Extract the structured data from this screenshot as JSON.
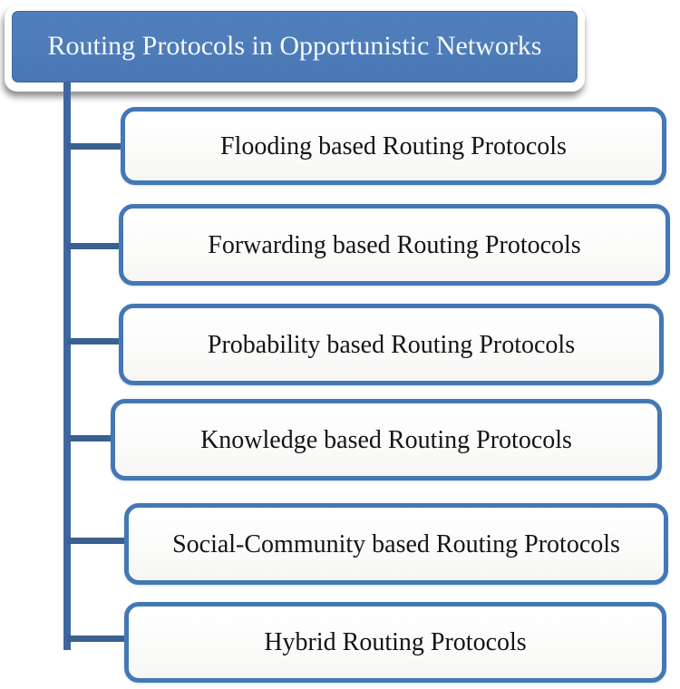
{
  "diagram": {
    "title": "Routing Protocols in Opportunistic Networks",
    "boxes": [
      {
        "label": "Flooding based Routing Protocols"
      },
      {
        "label": "Forwarding based Routing Protocols"
      },
      {
        "label": "Probability based Routing Protocols"
      },
      {
        "label": "Knowledge based Routing Protocols"
      },
      {
        "label": "Social-Community based Routing Protocols"
      },
      {
        "label": "Hybrid Routing Protocols"
      }
    ],
    "colors": {
      "title_fill": "#4d7cb9",
      "box_border": "#4478b5",
      "connector_line": "#3a618f",
      "vertical_line": "#3e67a0",
      "title_text": "#f6f9fc",
      "box_text": "#141414",
      "box_fill": "#fbfbfa"
    }
  }
}
